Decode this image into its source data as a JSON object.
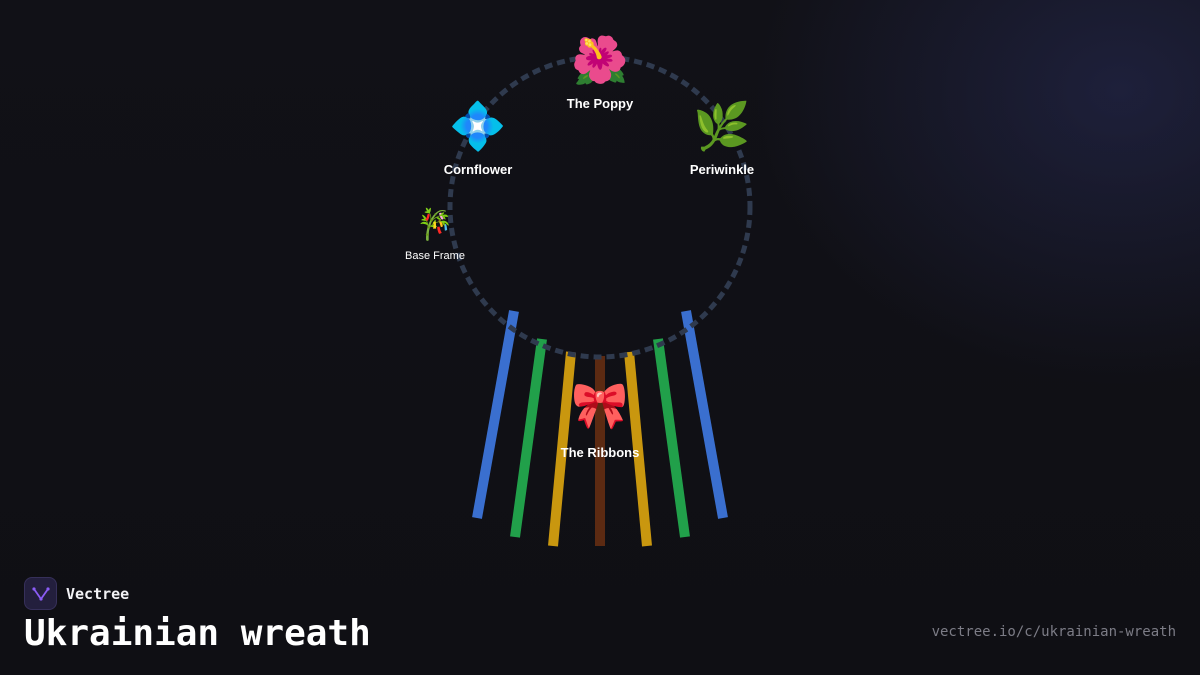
{
  "brand": {
    "name": "Vectree",
    "logo_icon": "vectree-logo-icon",
    "accent_color": "#8b5cf6"
  },
  "title": "Ukrainian wreath",
  "source_url": "vectree.io/c/ukrainian-wreath",
  "diagram": {
    "ring_color": "#2f3a4e",
    "nodes": [
      {
        "id": "poppy",
        "label": "The Poppy",
        "icon": "hibiscus-icon",
        "glyph": "🌺"
      },
      {
        "id": "cornflower",
        "label": "Cornflower",
        "icon": "blue-diamond-icon",
        "glyph": "💠"
      },
      {
        "id": "periwinkle",
        "label": "Periwinkle",
        "icon": "herb-icon",
        "glyph": "🌿"
      },
      {
        "id": "base-frame",
        "label": "Base Frame",
        "icon": "bamboo-icon",
        "glyph": "🎋"
      },
      {
        "id": "ribbons",
        "label": "The Ribbons",
        "icon": "ribbon-icon",
        "glyph": "🎀"
      }
    ],
    "ribbons": [
      {
        "color": "#3a6fcf"
      },
      {
        "color": "#21a04a"
      },
      {
        "color": "#c9970f"
      },
      {
        "color": "#5c2a12"
      },
      {
        "color": "#c9970f"
      },
      {
        "color": "#21a04a"
      },
      {
        "color": "#3a6fcf"
      }
    ]
  }
}
